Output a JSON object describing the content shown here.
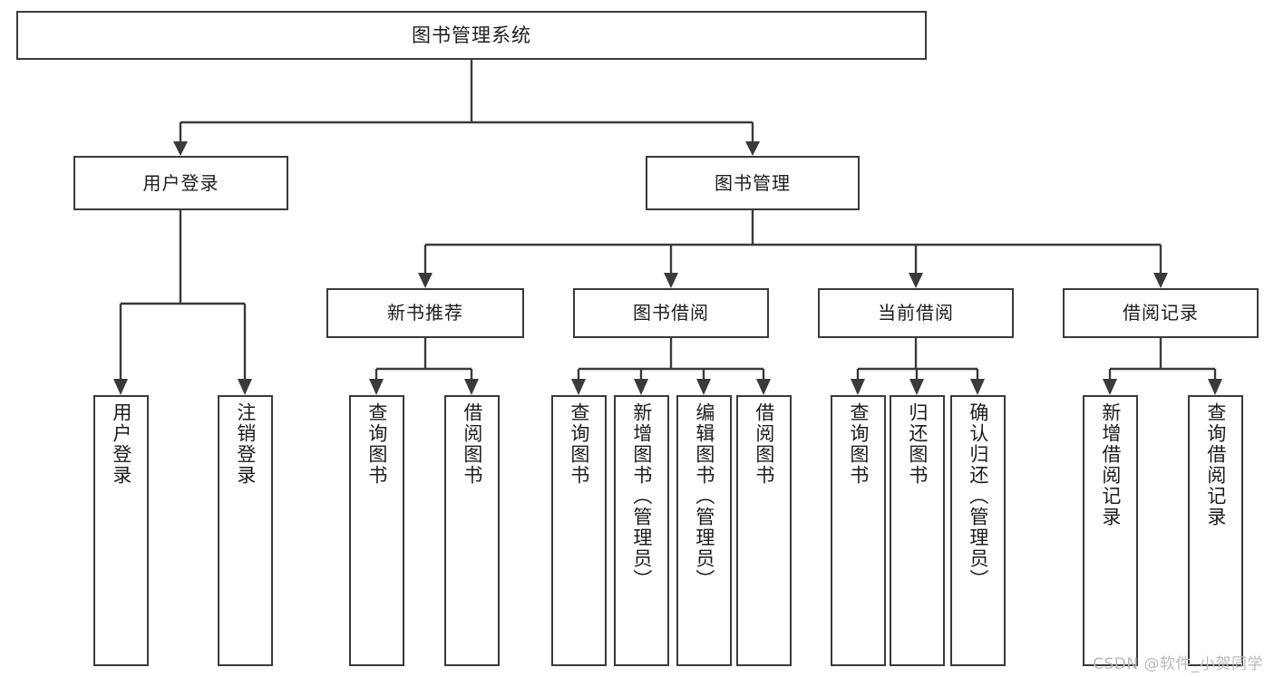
{
  "diagram": {
    "title": "图书管理系统",
    "type": "tree",
    "watermark": "CSDN @软件_小贺同学",
    "root": {
      "label": "图书管理系统"
    },
    "level2": [
      {
        "label": "用户登录"
      },
      {
        "label": "图书管理"
      }
    ],
    "level3": [
      {
        "label": "新书推荐"
      },
      {
        "label": "图书借阅"
      },
      {
        "label": "当前借阅"
      },
      {
        "label": "借阅记录"
      }
    ],
    "leaves": {
      "user_login": [
        {
          "label": "用户登录"
        },
        {
          "label": "注销登录"
        }
      ],
      "new_book": [
        {
          "label": "查询图书"
        },
        {
          "label": "借阅图书"
        }
      ],
      "borrow_book": [
        {
          "label": "查询图书"
        },
        {
          "label": "新增图书（管理员）"
        },
        {
          "label": "编辑图书（管理员）"
        },
        {
          "label": "借阅图书"
        }
      ],
      "current_borrow": [
        {
          "label": "查询图书"
        },
        {
          "label": "归还图书"
        },
        {
          "label": "确认归还（管理员）"
        }
      ],
      "borrow_record": [
        {
          "label": "新增借阅记录"
        },
        {
          "label": "查询借阅记录"
        }
      ]
    },
    "colors": {
      "stroke": "#3a3a3a",
      "fill": "#ffffff",
      "text": "#1c1c1c",
      "watermark": "#b9b9b9"
    }
  }
}
